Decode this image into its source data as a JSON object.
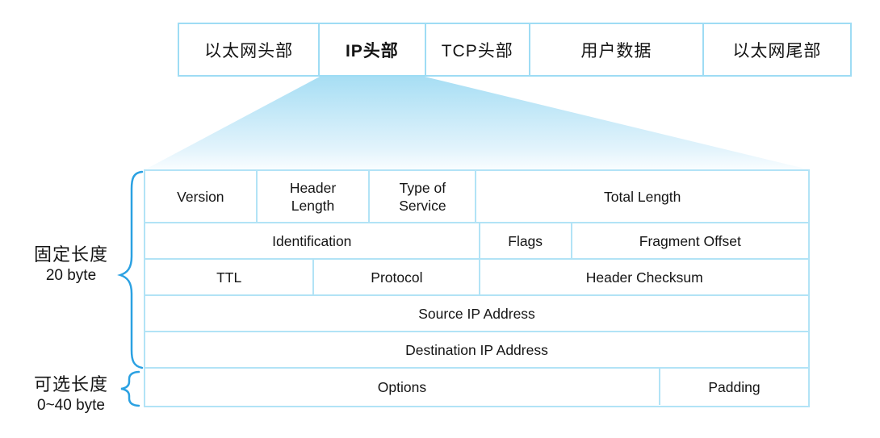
{
  "colors": {
    "frame_border": "#9edcf4",
    "table_border": "#b2e3f6",
    "brace_blue": "#2ba1e2",
    "funnel_top": "#a7def4",
    "funnel_bottom": "#f9fdff",
    "text": "#141414",
    "bg": "#ffffff"
  },
  "frame_row": {
    "cells": [
      {
        "label": "以太网头部"
      },
      {
        "label": "IP头部"
      },
      {
        "label": "TCP头部"
      },
      {
        "label": "用户数据"
      },
      {
        "label": "以太网尾部"
      }
    ]
  },
  "ip_table": {
    "row1": {
      "version": "Version",
      "header_length": "Header Length",
      "type_of_service": "Type of Service",
      "total_length": "Total Length"
    },
    "row2": {
      "identification": "Identification",
      "flags": "Flags",
      "fragment_offset": "Fragment Offset"
    },
    "row3": {
      "ttl": "TTL",
      "protocol": "Protocol",
      "header_checksum": "Header Checksum"
    },
    "row4": {
      "source_ip": "Source IP Address"
    },
    "row5": {
      "destination_ip": "Destination IP Address"
    },
    "row6": {
      "options": "Options",
      "padding": "Padding"
    }
  },
  "annotations": {
    "fixed_length": {
      "title": "固定长度",
      "value": "20 byte"
    },
    "optional_length": {
      "title": "可选长度",
      "value": "0~40 byte"
    }
  }
}
